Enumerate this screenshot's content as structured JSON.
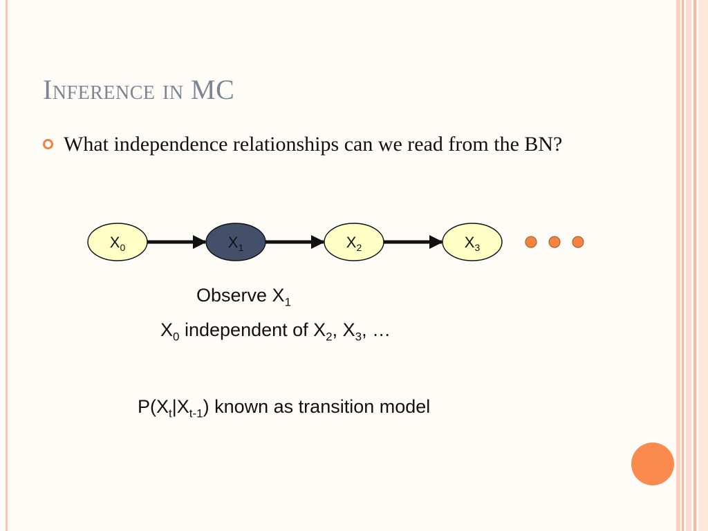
{
  "slide": {
    "title": "Inference in MC",
    "bullet_text": "What independence relationships can we read from the BN?"
  },
  "diagram": {
    "nodes": [
      {
        "base": "X",
        "sub": "0",
        "fill": "#ffffc6",
        "text_color": "#111111"
      },
      {
        "base": "X",
        "sub": "1",
        "fill": "#44506a",
        "text_color": "#111111"
      },
      {
        "base": "X",
        "sub": "2",
        "fill": "#ffffc6",
        "text_color": "#111111"
      },
      {
        "base": "X",
        "sub": "3",
        "fill": "#ffffc6",
        "text_color": "#111111"
      }
    ],
    "edges": [
      [
        "X0",
        "X1"
      ],
      [
        "X1",
        "X2"
      ],
      [
        "X2",
        "X3"
      ]
    ],
    "continuation_dots": 3
  },
  "captions": {
    "observe": {
      "pre": "Observe X",
      "sub": "1"
    },
    "independent": {
      "p0": "X",
      "s0": "0",
      "p1": " independent of X",
      "s1": "2",
      "p2": ", X",
      "s2": "3",
      "p3": ", …"
    },
    "transition": {
      "p0": "P(X",
      "s0": "t",
      "p1": "|X",
      "s1": "t-1",
      "p2": ") known as transition model"
    }
  },
  "colors": {
    "accent": "#f27e40",
    "title": "#7c8592",
    "dot": "#f8833e",
    "node_highlight": "#44506a",
    "node_default": "#ffffc6"
  }
}
